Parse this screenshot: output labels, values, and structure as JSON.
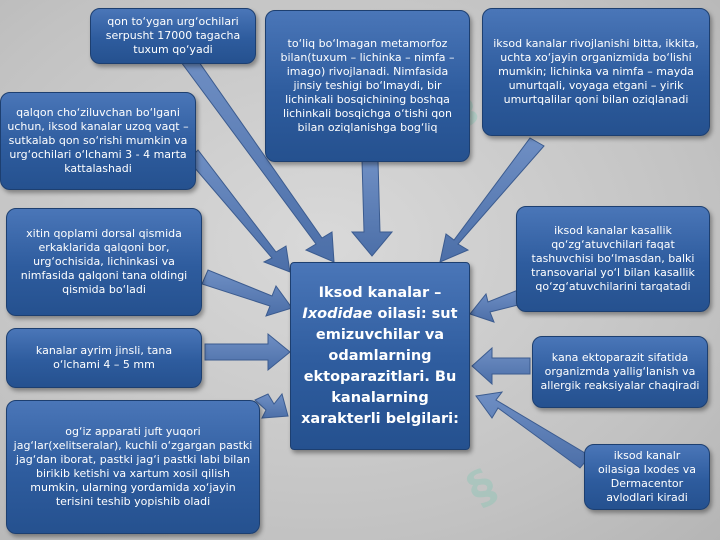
{
  "boxes": {
    "top_left": "qon to‘ygan urg‘ochilari serpusht 17000 tagacha tuxum qo‘yadi",
    "top_center": "to‘liq bo‘lmagan metamorfoz bilan(tuxum – lichinka – nimfa – imago) rivojlanadi. Nimfasida jinsiy teshigi bo‘lmaydi, bir lichinkali bosqichining boshqa lichinkali bosqichga o‘tishi qon bilan oziqlanishga bog‘liq",
    "top_right": "iksod kanalar rivojlanishi bitta, ikkita, uchta xo‘jayin organizmida bo‘lishi mumkin; lichinka va nimfa – mayda umurtqali, voyaga etgani – yirik umurtqalilar qoni bilan oziqlanadi",
    "left_1": "qalqon cho‘ziluvchan bo‘lgani uchun, iksod kanalar uzoq vaqt – sutkalab qon so‘rishi mumkin va urg‘ochilari o‘lchami 3 - 4 marta kattalashadi",
    "left_2": "xitin qoplami dorsal qismida erkaklarida qalqoni bor, urg‘ochisida, lichinkasi va nimfasida qalqoni tana oldingi qismida bo‘ladi",
    "left_3": "kanalar ayrim jinsli, tana o‘lchami 4 – 5 mm",
    "left_4": "og‘iz apparati juft yuqori jag‘lar(xelitseralar), kuchli o‘zgargan pastki jag‘dan iborat, pastki jag‘i pastki labi bilan birikib ketishi va xartum xosil qilish mumkin, ularning yordamida xo‘jayin terisini teshib yopishib oladi",
    "right_1": "iksod kanalar kasallik qo‘zg‘atuvchilari faqat tashuvchisi bo‘lmasdan, balki transovarial yo‘l bilan kasallik qo‘zg‘atuvchilarini tarqatadi",
    "right_2": "kana ektoparazit sifatida organizmda yallig‘lanish va allergik reaksiyalar chaqiradi",
    "right_3": "iksod kanalr oilasiga Ixodes va Dermacentor avlodlari kiradi"
  },
  "center": {
    "part1": "Iksod kanalar –",
    "italic": "Ixodidae",
    "part2": " oilasi: sut emizuvchilar va odamlarning ektoparazitlari. Bu kanalarning xarakterli belgilari:"
  },
  "colors": {
    "box_fill": "#2e5c9e",
    "arrow_fill": "#5b7fb8",
    "background": "#cfcfcf"
  }
}
